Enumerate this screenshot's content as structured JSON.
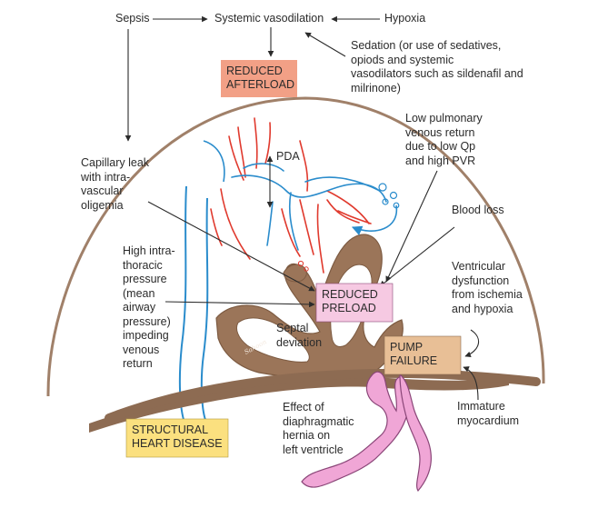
{
  "labels": {
    "sepsis": "Sepsis",
    "systemic_vasodilation": "Systemic vasodilation",
    "hypoxia": "Hypoxia",
    "sedation": "Sedation (or use of sedatives,\nopiods and systemic\nvasodilators such as sildenafil and\nmilrinone)",
    "low_pulmonary": "Low pulmonary\nvenous return\ndue to low Qp\nand high PVR",
    "capillary_leak": "Capillary leak\nwith intra-\nvascular\noligemia",
    "pda": "PDA",
    "blood_loss": "Blood loss",
    "high_intrathoracic": "High intra-\nthoracic\npressure\n(mean\nairway\npressure)\nimpeding\nvenous\nreturn",
    "ventricular_dysfunction": "Ventricular\ndysfunction\nfrom ischemia\nand hypoxia",
    "septal_deviation": "Septal\ndeviation",
    "effect_of_hernia": "Effect of\ndiaphragmatic\nhernia on\nleft ventricle",
    "immature_myocardium": "Immature\nmyocardium"
  },
  "boxes": {
    "reduced_afterload": "REDUCED\nAFTERLOAD",
    "reduced_preload": "REDUCED\nPRELOAD",
    "pump_failure": "PUMP\nFAILURE",
    "structural_heart_disease": "STRUCTURAL\nHEART DISEASE"
  },
  "signature": "Sahoon",
  "colors": {
    "afterload_box": "#f2a086",
    "preload_box": "#f6c9e2",
    "pump_box": "#e8bf96",
    "structural_box": "#fbe07f",
    "heart_muscle": "#9b7559",
    "thorax_outline": "#a08069",
    "diaphragm": "#8d6b52",
    "arteries": "#e03a2e",
    "veins": "#2a8ccc",
    "hernia_bowel": "#f0a6d6",
    "text": "#2b2b2b"
  }
}
